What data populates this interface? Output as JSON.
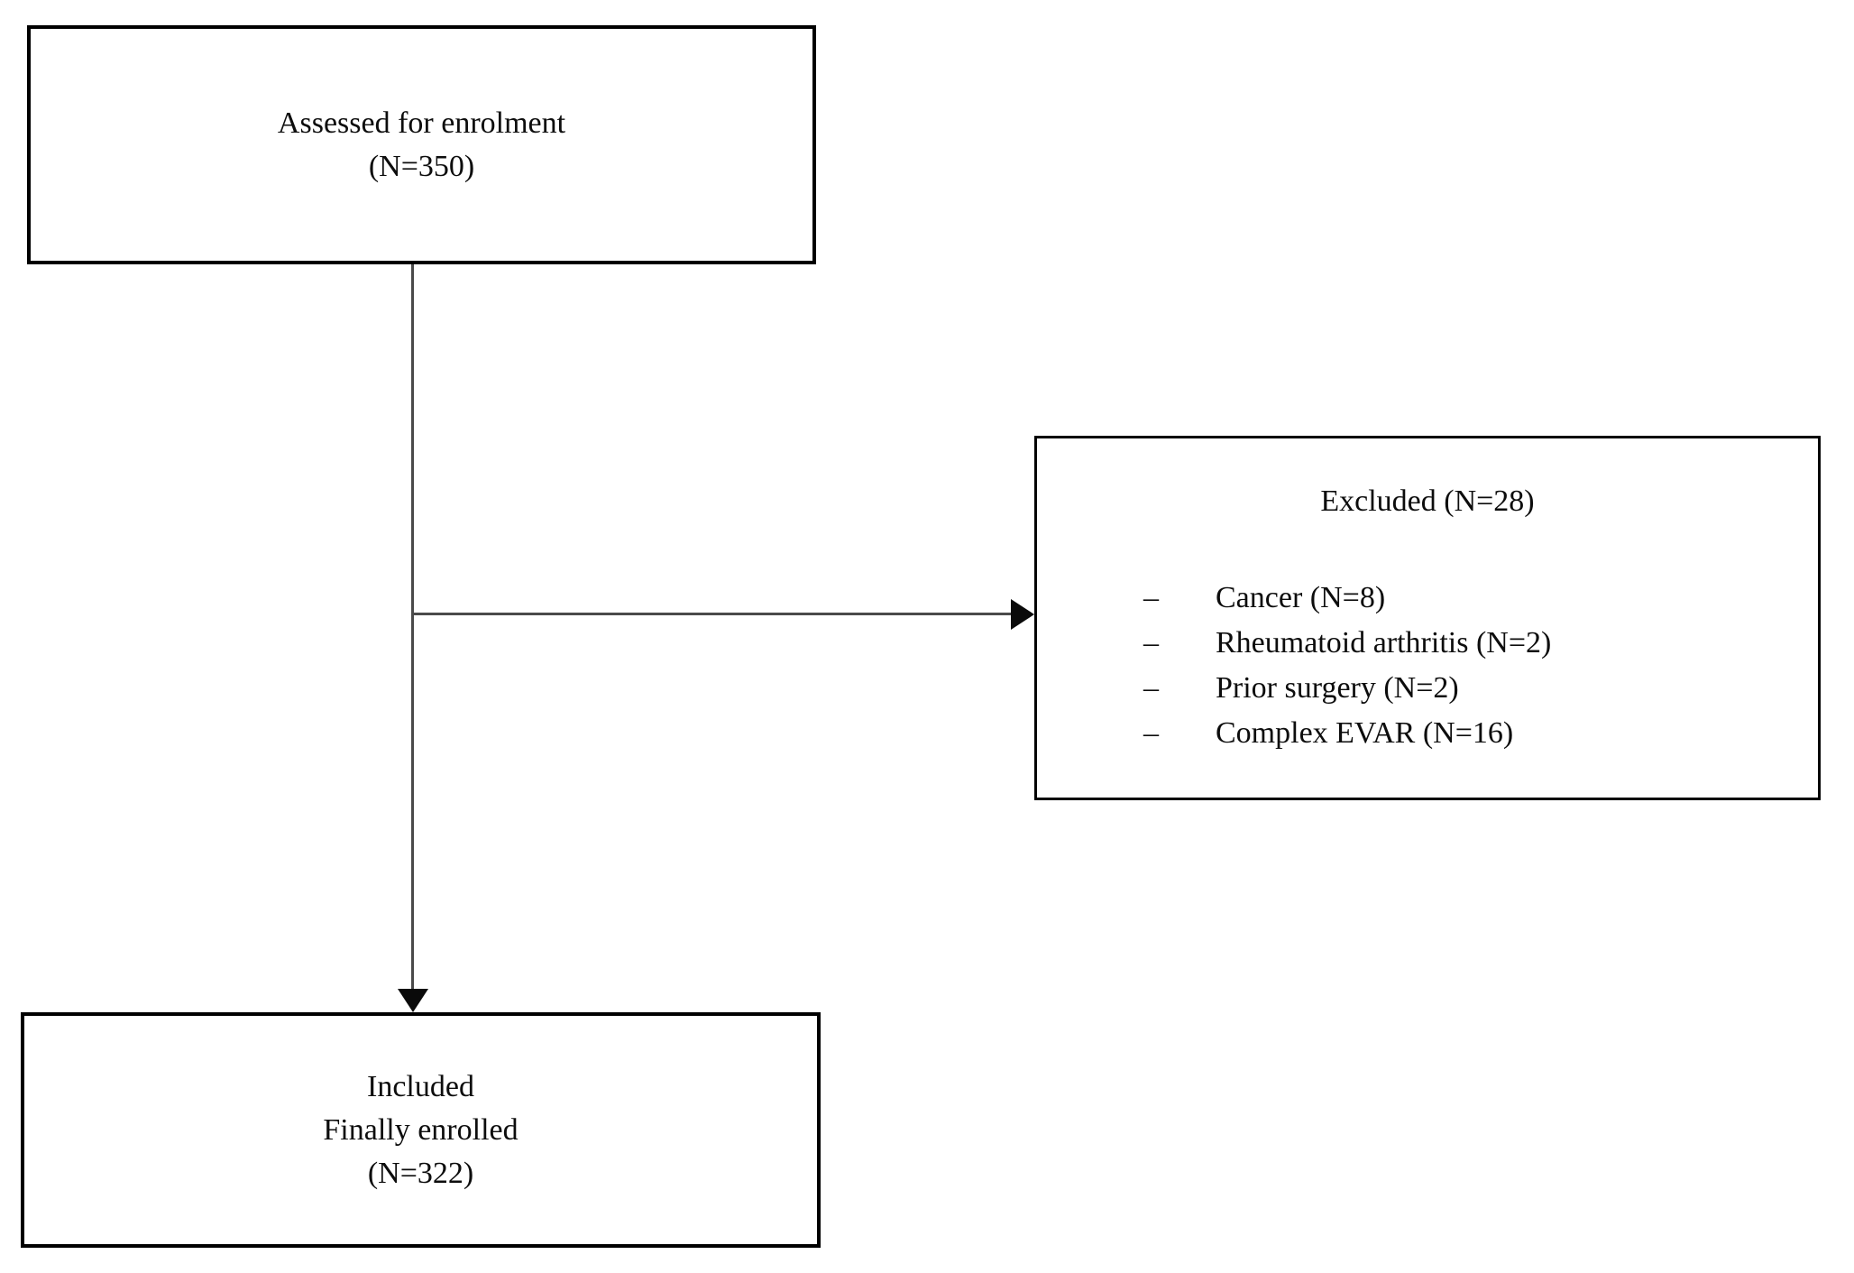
{
  "diagram": {
    "type": "flowchart",
    "colors": {
      "background": "#ffffff",
      "box_border": "#000000",
      "connector_line": "#4a4a4a",
      "arrowhead": "#0a0a0a",
      "text": "#0d0d0d"
    },
    "nodes": {
      "assessed": {
        "lines": [
          "Assessed for enrolment",
          "(N=350)"
        ]
      },
      "excluded": {
        "title": "Excluded (N=28)",
        "items": [
          {
            "bullet": "–",
            "label": "Cancer (N=8)"
          },
          {
            "bullet": "–",
            "label": "Rheumatoid arthritis (N=2)"
          },
          {
            "bullet": "–",
            "label": "Prior surgery (N=2)"
          },
          {
            "bullet": "–",
            "label": "Complex EVAR (N=16)"
          }
        ]
      },
      "included": {
        "lines": [
          "Included",
          "Finally enrolled",
          "(N=322)"
        ]
      }
    },
    "connectors": [
      {
        "name": "assessed-to-included",
        "direction": "down"
      },
      {
        "name": "assessed-to-excluded",
        "direction": "right"
      }
    ]
  }
}
